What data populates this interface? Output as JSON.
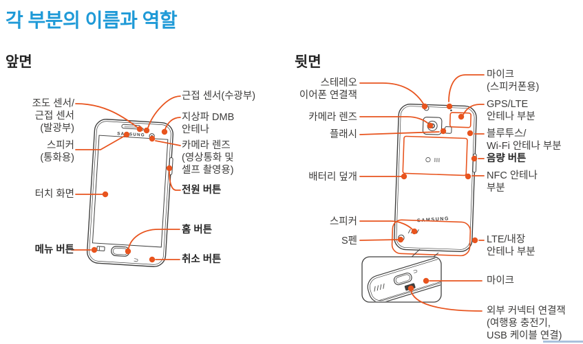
{
  "page": {
    "title": "각 부분의 이름과 역할",
    "accent_color": "#e8541e",
    "title_color": "#1f9ad7"
  },
  "front": {
    "heading": "앞면",
    "phone": {
      "brand": "SAMSUNG"
    },
    "labels": {
      "light_sensor": "조도 센서/\n근접 센서\n(발광부)",
      "speaker_call": "스피커\n(통화용)",
      "touch_screen": "터치 화면",
      "menu_button": "메뉴 버튼",
      "proximity_sensor": "근접 센서(수광부)",
      "dmb_antenna": "지상파 DMB\n안테나",
      "camera_lens": "카메라 렌즈\n(영상통화 및\n셀프 촬영용)",
      "power_button": "전원 버튼",
      "home_button": "홈 버튼",
      "cancel_button": "취소 버튼"
    }
  },
  "back": {
    "heading": "뒷면",
    "phone": {
      "brand": "SAMSUNG"
    },
    "labels": {
      "earphone_jack": "스테레오\n이어폰 연결잭",
      "camera_lens": "카메라 렌즈",
      "flash": "플래시",
      "battery_cover": "배터리 덮개",
      "speaker": "스피커",
      "s_pen": "S펜",
      "mic_speakerphone": "마이크\n(스피커폰용)",
      "gps_lte_antenna": "GPS/LTE\n안테나 부분",
      "bt_wifi_antenna": "블루투스/\nWi-Fi 안테나 부분",
      "volume_button": "음량 버튼",
      "nfc_antenna": "NFC 안테나\n부분",
      "lte_internal_antenna": "LTE/내장\n안테나 부분",
      "mic_bottom": "마이크",
      "external_connector": "외부 커넥터 연결잭\n(여행용 충전기,\nUSB 케이블 연결)"
    }
  }
}
